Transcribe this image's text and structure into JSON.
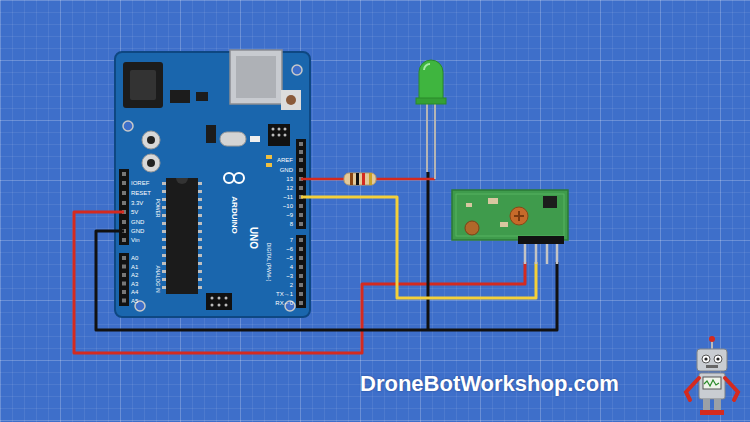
{
  "diagram": {
    "labels": [
      "IOREF",
      "RESET",
      "3.3V",
      "5V",
      "GND",
      "GND",
      "Vin",
      "A0",
      "A1",
      "A2",
      "A3",
      "A4",
      "A5",
      "POWER",
      "ANALOG IN",
      "AREF",
      "GND",
      "13",
      "12",
      "~11",
      "~10",
      "~9",
      "8",
      "7",
      "~6",
      "~5",
      "4",
      "~3",
      "2",
      "TX→1",
      "RX←0",
      "DIGITAL (PWM~)",
      "ARDUINO",
      "UNO",
      "DroneBotWorkshop.com"
    ]
  }
}
